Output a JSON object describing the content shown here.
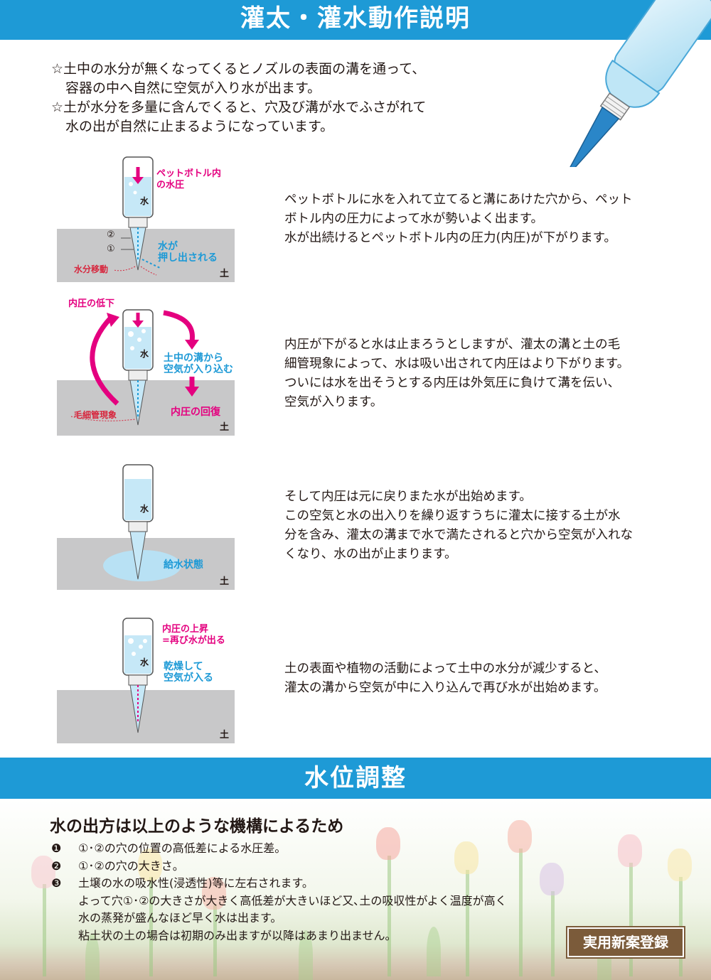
{
  "header": {
    "title": "灌太・灌水動作説明"
  },
  "intro": {
    "lines": [
      "☆土中の水分が無くなってくるとノズルの表面の溝を通って、",
      "容器の中へ自然に空気が入り水が出ます。",
      "☆土が水分を多量に含んでくると、穴及び溝が水でふさがれて",
      "水の出が自然に止まるようになっています。"
    ]
  },
  "diagrams": [
    {
      "labels": {
        "pressure": "ペットボトル内\nの水圧",
        "water": "水",
        "hole2": "②",
        "hole1": "①",
        "push": "水が\n押し出される",
        "move": "水分移動",
        "soil": "土"
      },
      "description": [
        "ペットボトルに水を入れて立てると溝にあけた穴から、ペット",
        "ボトル内の圧力によって水が勢いよく出ます。",
        "水が出続けるとペットボトル内の圧力(内圧)が下がります。"
      ]
    },
    {
      "labels": {
        "drop": "内圧の低下",
        "water": "水",
        "air": "土中の溝から\n空気が入り込む",
        "capillary": "毛細管現象",
        "recover": "内圧の回復",
        "soil": "土"
      },
      "description": [
        "内圧が下がると水は止まろうとしますが、灌太の溝と土の毛",
        "細管現象によって、水は吸い出されて内圧はより下がります。",
        "ついには水を出そうとする内圧は外気圧に負けて溝を伝い、",
        "空気が入ります。"
      ]
    },
    {
      "labels": {
        "water": "水",
        "state": "給水状態",
        "soil": "土"
      },
      "description": [
        "そして内圧は元に戻りまた水が出始めます。",
        "この空気と水の出入りを繰り返すうちに灌太に接する土が水",
        "分を含み、灌太の溝まで水で満たされると穴から空気が入れな",
        "くなり、水の出が止まります。"
      ]
    },
    {
      "labels": {
        "rise": "内圧の上昇\n=再び水が出る",
        "water": "水",
        "dry": "乾燥して\n空気が入る",
        "soil": "土"
      },
      "description": [
        "土の表面や植物の活動によって土中の水分が減少すると、",
        "灌太の溝から空気が中に入り込んで再び水が出始めます。"
      ]
    }
  ],
  "section2": {
    "title": "水位調整"
  },
  "mechanism": {
    "title": "水の出方は以上のような機構によるため",
    "items": [
      {
        "num": "❶",
        "text": "①･②の穴の位置の高低差による水圧差。"
      },
      {
        "num": "❷",
        "text": "①･②の穴の大きさ。"
      },
      {
        "num": "❸",
        "text": "土壌の水の吸水性(浸透性)等に左右されます。"
      }
    ],
    "notes": [
      "よって穴①･②の大きさが大きく高低差が大きいほど又､土の吸収性がよく温度が高く",
      "水の蒸発が盛んなほど早く水は出ます。",
      "粘土状の土の場合は初期のみ出ますが以降はあまり出ません。"
    ]
  },
  "badge": {
    "label": "実用新案登録"
  },
  "colors": {
    "banner": "#1e9ad6",
    "accent_pink": "#e4007f",
    "accent_blue": "#1e9ad6",
    "soil": "#c8c8c9",
    "badge": "#7b5b3a"
  }
}
